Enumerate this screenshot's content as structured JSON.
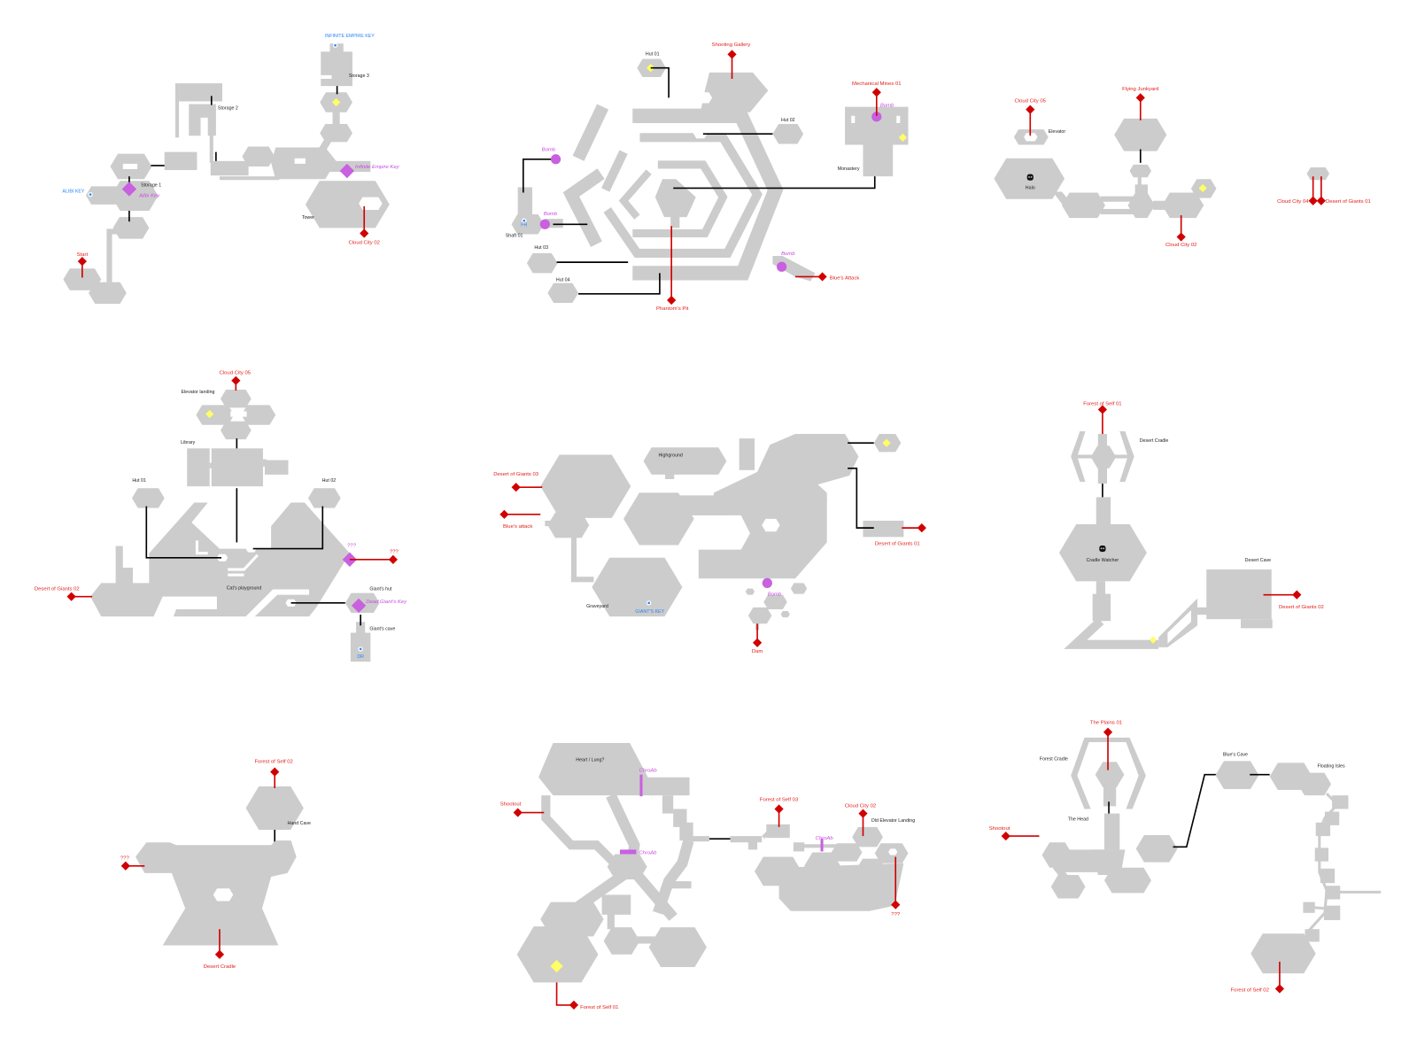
{
  "colors": {
    "room": "#cccccc",
    "exit": "#d10000",
    "exit_text": "#e0201c",
    "item": "#c860e0",
    "save": "#ffff66",
    "key": "#2a86f0",
    "connector": "#000000"
  },
  "icons": {
    "exit": "red-diamond",
    "item": "purple-diamond",
    "save": "yellow-diamond",
    "bomb": "purple-circle",
    "key": "blue-dot",
    "boss": "skull-icon"
  },
  "maps": [
    {
      "labels": {
        "infinite_empire_key_blue": "INFINITE EMPIRE KEY",
        "storage3": "Storage 3",
        "storage2": "Storage 2",
        "storage1": "Storage 1",
        "alibi_key_blue": "ALIBI KEY",
        "alibi_key": "Alibi Key",
        "infinite_empire_key": "Infinite Empire Key",
        "tower": "Tower",
        "start": "Start",
        "cloud_city_02": "Cloud City 02"
      }
    },
    {
      "labels": {
        "hut01": "Hut 01",
        "shooting_gallery": "Shooting Gallery",
        "mechanical_mines_01": "Mechanical Mines 01",
        "bomb_mines": "Bomb",
        "hut02": "Hut 02",
        "monastery": "Monastery",
        "bomb_upper": "Bomb",
        "bomb_shaft": "Bomb",
        "fr": "FR",
        "shaft01": "Shaft 01",
        "hut03": "Hut 03",
        "hut04": "Hut 04",
        "bomb_blue": "Bomb",
        "blues_attack": "Blue's Attack",
        "phantoms_pit": "Phantom's Pit"
      }
    },
    {
      "labels": {
        "cloud_city_05": "Cloud City 05",
        "elevator": "Elevator",
        "halo": "Halo",
        "flying_junkyard": "Flying Junkyard",
        "cloud_city_02": "Cloud City 02",
        "cloud_city_04": "Cloud City 04",
        "desert_of_giants_01": "Desert of Giants 01"
      }
    },
    {
      "labels": {
        "cloud_city_05": "Cloud City 05",
        "elevator_landing": "Elevator landing",
        "library": "Library",
        "hut01": "Hut 01",
        "hut02": "Hut 02",
        "unknown_purple": "???",
        "unknown_red": "???",
        "desert_of_giants_02": "Desert of Giants 02",
        "cats_playground": "Cat's playground",
        "giants_hut": "Giant's hut",
        "dead_giants_key": "Dead Giant's Key",
        "giants_cave": "Giant's cave",
        "dr": "DR"
      }
    },
    {
      "labels": {
        "highground": "Highground",
        "desert_of_giants_03": "Desert of Giants 03",
        "blues_attack": "Blue's attack",
        "graveyard": "Graveyard",
        "giants_key": "GIANT'S KEY",
        "desert_of_giants_01": "Desert of Giants 01",
        "bomb": "Bomb",
        "dam": "Dam"
      }
    },
    {
      "labels": {
        "forest_of_self_01": "Forest of Self 01",
        "desert_cradle": "Desert Cradle",
        "cradle_watcher": "Cradle Watcher",
        "desert_cave": "Desert Cave",
        "desert_of_giants_02": "Desert of Giants 02"
      }
    },
    {
      "labels": {
        "forest_of_self_02": "Forest of Self 02",
        "hand_cave": "Hand Cave",
        "unknown": "???",
        "desert_cradle": "Desert Cradle"
      }
    },
    {
      "labels": {
        "heart_lung": "Heart / Lung?",
        "chroab_top": "ChroAb",
        "shootout": "Shootout",
        "chroab_mid": "ChroAb",
        "forest_of_self_01": "Forest of Self 01",
        "forest_of_self_03": "Forest of Self 03",
        "cloud_city_02": "Cloud City 02",
        "old_elevator_landing": "Old Elevator Landing",
        "chroab_right": "ChroAb",
        "unknown": "???"
      }
    },
    {
      "labels": {
        "the_plains_01": "The Plains 01",
        "forest_cradle": "Forest Cradle",
        "the_head": "The Head",
        "shootout": "Shootout",
        "blues_cave": "Blue's Cave",
        "floating_isles": "Floating Isles",
        "forest_of_self_02": "Forest of Self 02"
      }
    }
  ]
}
